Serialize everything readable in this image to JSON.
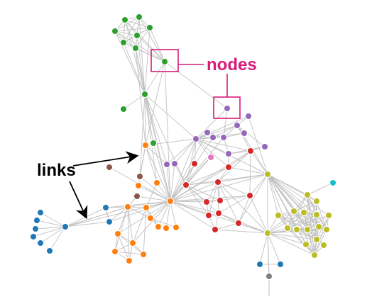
{
  "annotations": {
    "nodes_label": "nodes",
    "links_label": "links"
  },
  "colors": {
    "background": "#ffffff",
    "link": "#bdbdbd",
    "annotation_nodes": "#d81b7a",
    "annotation_links": "#000000",
    "green": "#2ca02c",
    "purple": "#9467bd",
    "orange": "#ff7f0e",
    "blue": "#1f77b4",
    "red": "#d62728",
    "olive": "#bcbd22",
    "brown": "#8c564b",
    "pink": "#e377c2",
    "cyan": "#17becf",
    "gray": "#7f7f7f"
  },
  "graph": {
    "node_groups": [
      {
        "group": "green",
        "count": 11
      },
      {
        "group": "purple",
        "count": 13
      },
      {
        "group": "orange",
        "count": 15
      },
      {
        "group": "blue",
        "count": 10
      },
      {
        "group": "brown",
        "count": 3
      },
      {
        "group": "pink",
        "count": 1
      },
      {
        "group": "red",
        "count": 11
      },
      {
        "group": "olive",
        "count": 17
      },
      {
        "group": "cyan",
        "count": 1
      },
      {
        "group": "gray",
        "count": 1
      }
    ]
  }
}
